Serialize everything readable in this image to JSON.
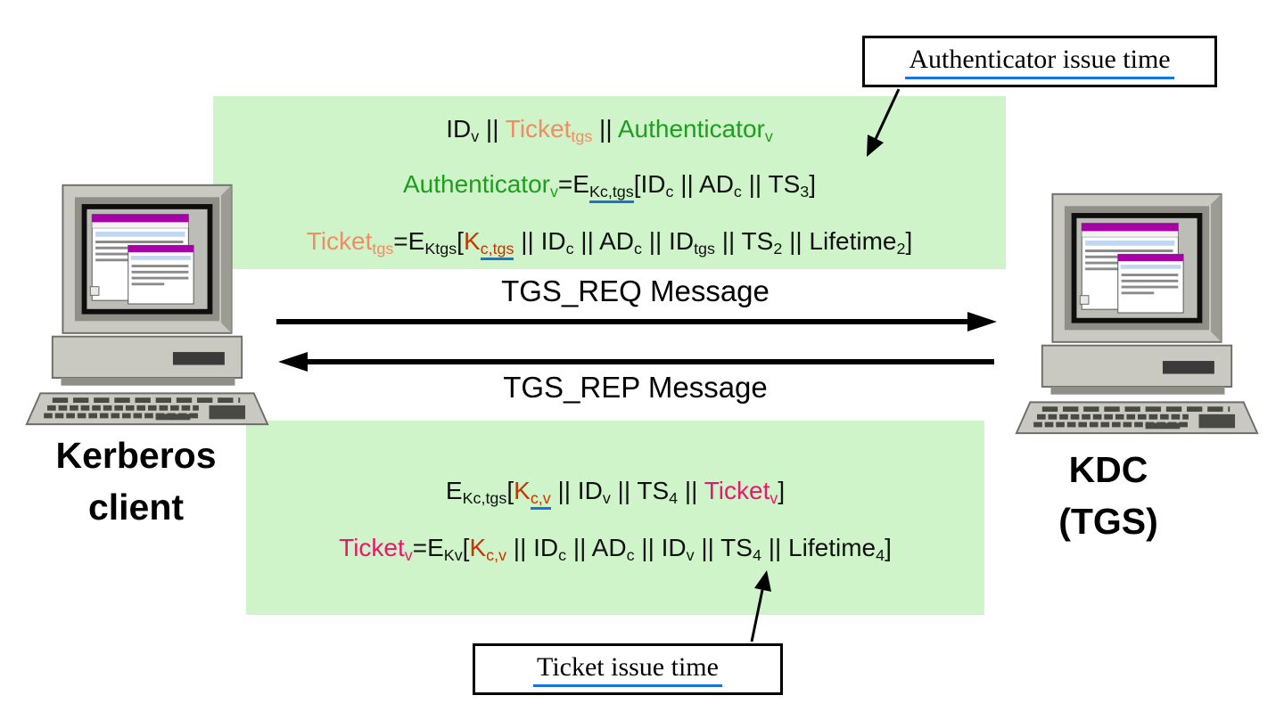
{
  "colors": {
    "box_green": "#CFF4C9",
    "orange": "#F08E62",
    "green": "#1E9E1E",
    "red": "#CC3300",
    "magenta": "#E8186C",
    "black": "#111111",
    "underline_blue": "#1874DC",
    "arrow_black": "#000000"
  },
  "callouts": {
    "authenticator": "Authenticator issue time",
    "ticket": "Ticket issue time"
  },
  "messages": {
    "req": "TGS_REQ Message",
    "rep": "TGS_REP Message"
  },
  "nodes": {
    "client_line1": "Kerberos",
    "client_line2": "client",
    "kdc_line1": "KDC",
    "kdc_line2": "(TGS)"
  },
  "formulas": {
    "req": [
      [
        {
          "t": "ID",
          "c": "black"
        },
        {
          "t": "v",
          "s": true,
          "c": "black"
        },
        {
          "t": " || ",
          "c": "black"
        },
        {
          "t": "Ticket",
          "c": "orange"
        },
        {
          "t": "tgs",
          "s": true,
          "c": "orange"
        },
        {
          "t": " || ",
          "c": "black"
        },
        {
          "t": "Authenticator",
          "c": "green"
        },
        {
          "t": "v",
          "s": true,
          "c": "green"
        }
      ],
      [
        {
          "t": "Authenticator",
          "c": "green"
        },
        {
          "t": "v",
          "s": true,
          "c": "green"
        },
        {
          "t": "=E",
          "c": "black"
        },
        {
          "t": "Kc,tgs",
          "s": true,
          "c": "black",
          "u": true
        },
        {
          "t": "[ID",
          "c": "black"
        },
        {
          "t": "c",
          "s": true,
          "c": "black"
        },
        {
          "t": " || AD",
          "c": "black"
        },
        {
          "t": "c",
          "s": true,
          "c": "black"
        },
        {
          "t": " || TS",
          "c": "black"
        },
        {
          "t": "3",
          "s": true,
          "c": "black"
        },
        {
          "t": "]",
          "c": "black"
        }
      ],
      [
        {
          "t": "Ticket",
          "c": "orange"
        },
        {
          "t": "tgs",
          "s": true,
          "c": "orange"
        },
        {
          "t": "=E",
          "c": "black"
        },
        {
          "t": "Ktgs",
          "s": true,
          "c": "black"
        },
        {
          "t": "[",
          "c": "black"
        },
        {
          "t": "K",
          "c": "red"
        },
        {
          "t": "c,tgs",
          "s": true,
          "c": "red",
          "u": true
        },
        {
          "t": " || ID",
          "c": "black"
        },
        {
          "t": "c",
          "s": true,
          "c": "black"
        },
        {
          "t": " || AD",
          "c": "black"
        },
        {
          "t": "c",
          "s": true,
          "c": "black"
        },
        {
          "t": " || ID",
          "c": "black"
        },
        {
          "t": "tgs",
          "s": true,
          "c": "black"
        },
        {
          "t": " || TS",
          "c": "black"
        },
        {
          "t": "2",
          "s": true,
          "c": "black"
        },
        {
          "t": " || Lifetime",
          "c": "black"
        },
        {
          "t": "2",
          "s": true,
          "c": "black"
        },
        {
          "t": "]",
          "c": "black"
        }
      ]
    ],
    "rep": [
      [
        {
          "t": "E",
          "c": "black"
        },
        {
          "t": "Kc,tgs",
          "s": true,
          "c": "black"
        },
        {
          "t": "[",
          "c": "black"
        },
        {
          "t": "K",
          "c": "red"
        },
        {
          "t": "c,v",
          "s": true,
          "c": "red",
          "u": true
        },
        {
          "t": " || ID",
          "c": "black"
        },
        {
          "t": "v",
          "s": true,
          "c": "black"
        },
        {
          "t": " || TS",
          "c": "black"
        },
        {
          "t": "4",
          "s": true,
          "c": "black"
        },
        {
          "t": " || ",
          "c": "black"
        },
        {
          "t": "Ticket",
          "c": "magenta"
        },
        {
          "t": "v",
          "s": true,
          "c": "magenta"
        },
        {
          "t": "]",
          "c": "black"
        }
      ],
      [
        {
          "t": "Ticket",
          "c": "magenta"
        },
        {
          "t": "v",
          "s": true,
          "c": "magenta"
        },
        {
          "t": "=E",
          "c": "black"
        },
        {
          "t": "Kv",
          "s": true,
          "c": "black"
        },
        {
          "t": "[",
          "c": "black"
        },
        {
          "t": "K",
          "c": "red"
        },
        {
          "t": "c,v",
          "s": true,
          "c": "red"
        },
        {
          "t": " || ID",
          "c": "black"
        },
        {
          "t": "c",
          "s": true,
          "c": "black"
        },
        {
          "t": " || AD",
          "c": "black"
        },
        {
          "t": "c",
          "s": true,
          "c": "black"
        },
        {
          "t": " || ID",
          "c": "black"
        },
        {
          "t": "v",
          "s": true,
          "c": "black"
        },
        {
          "t": " || TS",
          "c": "black"
        },
        {
          "t": "4",
          "s": true,
          "c": "black"
        },
        {
          "t": " || Lifetime",
          "c": "black"
        },
        {
          "t": "4",
          "s": true,
          "c": "black"
        },
        {
          "t": "]",
          "c": "black"
        }
      ]
    ]
  }
}
